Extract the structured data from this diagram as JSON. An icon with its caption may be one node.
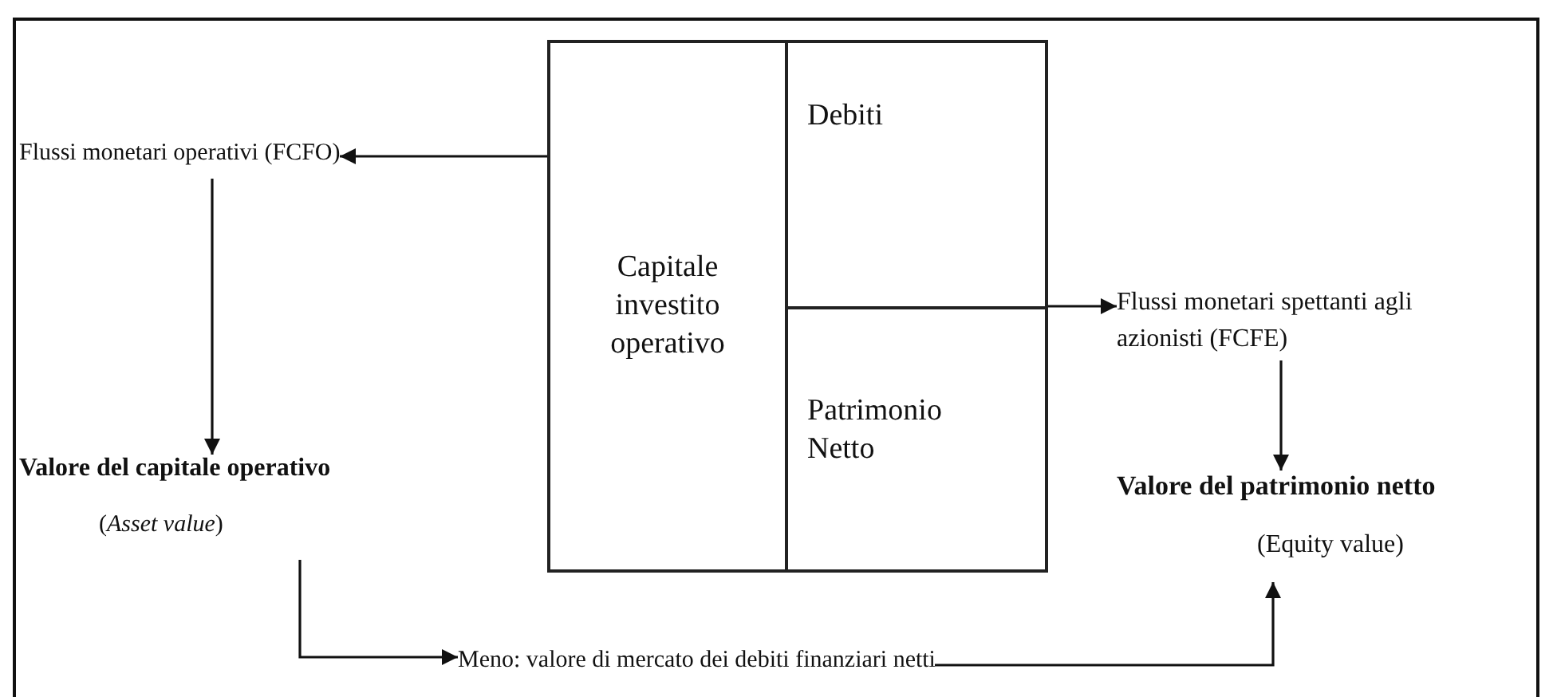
{
  "diagram": {
    "nodes": [
      {
        "text": [
          "Capitale investito operativo"
        ]
      },
      {
        "text": [
          "Debiti"
        ]
      },
      {
        "text": [
          "Patrimonio Netto"
        ]
      },
      {
        "text": [
          "Flussi monetari operativi (FCFO)"
        ]
      },
      {
        "text": [
          "Valore del capitale operativo",
          "(*Asset value*)"
        ]
      },
      {
        "text": [
          "Flussi monetari spettanti agli azionisti (FCFE)"
        ]
      },
      {
        "text": [
          "Valore del patrimonio netto",
          "(Equity value)"
        ]
      },
      {
        "text": [
          "Meno: valore di mercato dei debiti finanziari netti"
        ]
      }
    ],
    "edges": [
      {
        "from": 0,
        "to": 3,
        "arrow": "to"
      },
      {
        "from": 3,
        "to": 4,
        "arrow": "to"
      },
      {
        "from": 2,
        "to": 5,
        "arrow": "to"
      },
      {
        "from": 5,
        "to": 6,
        "arrow": "to"
      },
      {
        "from": 4,
        "to": 7,
        "arrow": "to"
      },
      {
        "from": 7,
        "to": 6,
        "arrow": "to"
      }
    ]
  }
}
